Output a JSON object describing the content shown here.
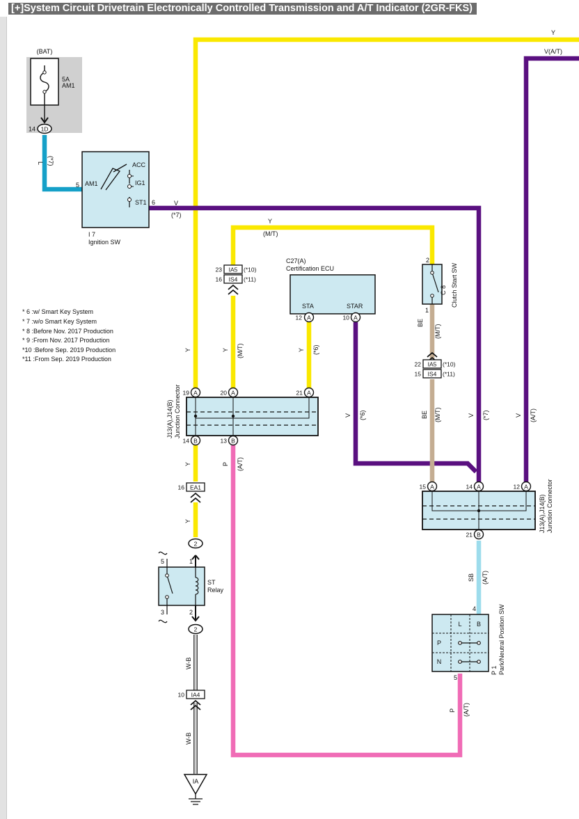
{
  "header": {
    "toggle": "[+]",
    "title": "System Circuit  Drivetrain  Electronically Controlled Transmission and A/T Indicator (2GR-FKS)"
  },
  "colors": {
    "Y": "#fae800",
    "V": "#5a1080",
    "L": "#15a0c8",
    "P": "#f06cb6",
    "BE": "#c4ad92",
    "SB": "#9ddcec",
    "WB": "#555555",
    "box": "#cde9f1",
    "bat_bg": "#d0d0d0"
  },
  "wire_labels": {
    "y_top": "Y",
    "v_at_top": "V(A/T)",
    "l_am1": "L",
    "l_note": "(*7)",
    "v_st1": "V",
    "v_note": "(*7)",
    "y_mt": "Y",
    "y_mt_note": "(M/T)",
    "y_left": "Y",
    "y_mid": "Y",
    "y_mid_note": "(M/T)",
    "y_ecu": "Y",
    "y_ecu_note": "(*6)",
    "v_star": "V",
    "v_star_note": "(*6)",
    "be_upper": "BE",
    "be_upper_note": "(M/T)",
    "be_lower": "BE",
    "be_lower_note": "(M/T)",
    "v_st_right": "V",
    "v_st_right_note": "(*7)",
    "v_at_right": "V",
    "v_at_right_note": "(A/T)",
    "y_b14": "Y",
    "p_b13": "P",
    "p_b13_note": "(A/T)",
    "y_ea1": "Y",
    "sb": "SB",
    "sb_note": "(A/T)",
    "wb_upper": "W-B",
    "wb_lower": "W-B",
    "p_pn": "P",
    "p_pn_note": "(A/T)"
  },
  "components": {
    "bat": {
      "label": "(BAT)",
      "fuse_amp": "5A",
      "fuse_name": "AM1",
      "conn_pin": "14",
      "conn_id": "1D"
    },
    "ignition": {
      "id": "I 7",
      "name": "Ignition SW",
      "am1_pin": "5",
      "am1": "AM1",
      "acc": "ACC",
      "ig1": "IG1",
      "st1": "ST1",
      "st1_pin": "6"
    },
    "ecu": {
      "id": "C27(A)",
      "name": "Certification ECU",
      "sta": "STA",
      "star": "STAR",
      "sta_pin": "12",
      "star_pin": "10",
      "conn": "A"
    },
    "clutch": {
      "id": "C 8",
      "name": "Clutch Start SW",
      "pin_top": "2",
      "pin_bottom": "1"
    },
    "conn_ia5_is4_left": {
      "pin1": "23",
      "id1": "IA5",
      "note1": "(*10)",
      "pin2": "16",
      "id2": "IS4",
      "note2": "(*11)"
    },
    "conn_ia5_is4_right": {
      "pin1": "22",
      "id1": "IA5",
      "note1": "(*10)",
      "pin2": "15",
      "id2": "IS4",
      "note2": "(*11)"
    },
    "jc_left": {
      "label1": "J13(A),J14(B)",
      "label2": "Junction Connector",
      "pins_top": [
        "19",
        "20",
        "21"
      ],
      "pins_bottom": [
        "14",
        "13"
      ],
      "conn_a": "A",
      "conn_b": "B"
    },
    "jc_right": {
      "label1": "J13(A),J14(B)",
      "label2": "Junction Connector",
      "pins_top": [
        "15",
        "14",
        "12"
      ],
      "pins_bottom": [
        "21"
      ],
      "conn_a": "A",
      "conn_b": "B"
    },
    "ea1": {
      "pin": "16",
      "id": "EA1"
    },
    "st_relay": {
      "name1": "ST",
      "name2": "Relay",
      "pin5": "5",
      "pin1": "1",
      "pin3": "3",
      "pin2": "2",
      "conn_upper": "2",
      "conn_lower": "2"
    },
    "ia4": {
      "pin": "10",
      "id": "IA4"
    },
    "ground": {
      "id": "IA"
    },
    "pn_switch": {
      "id": "P 1",
      "name": "Park/Neutral Position SW",
      "pin_top": "4",
      "pin_bottom": "5",
      "col_l": "L",
      "col_b": "B",
      "row_p": "P",
      "row_n": "N"
    }
  },
  "notes": [
    "* 6 :w/ Smart Key System",
    "* 7 :w/o Smart Key System",
    "* 8 :Before Nov. 2017 Production",
    "* 9 :From Nov. 2017 Production",
    "*10 :Before Sep. 2019 Production",
    "*11 :From Sep. 2019 Production"
  ]
}
